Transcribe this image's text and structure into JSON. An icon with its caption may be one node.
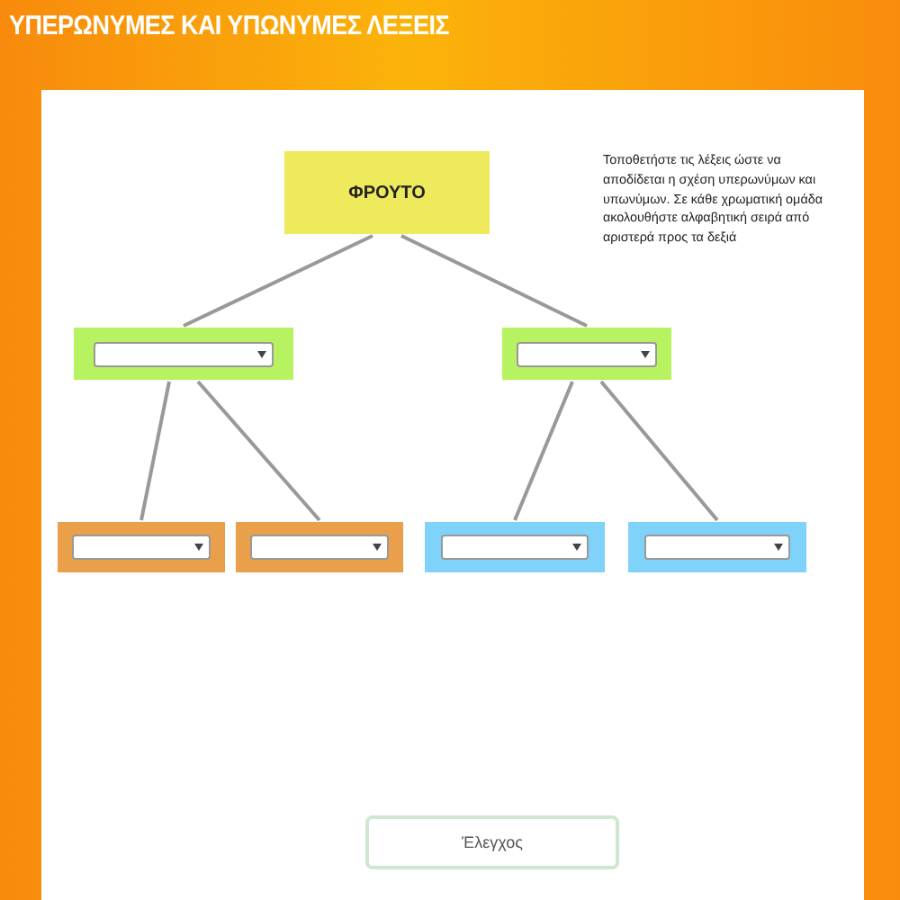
{
  "diagram": {
    "title": "ΥΠΕΡΩΝΥΜΕΣ ΚΑΙ ΥΠΩΝΥΜΕΣ ΛΕΞΕΙΣ",
    "nodes": [
      {
        "text": [
          "ΦΡΟΥΤΟ"
        ]
      },
      {
        "text": [],
        "shape": "box"
      },
      {
        "text": [],
        "shape": "box"
      },
      {
        "text": [],
        "shape": "box"
      },
      {
        "text": [],
        "shape": "box"
      },
      {
        "text": [],
        "shape": "box"
      },
      {
        "text": [],
        "shape": "box"
      }
    ],
    "edges": [
      {
        "from": 0,
        "to": 1,
        "arrow": "none"
      },
      {
        "from": 0,
        "to": 2,
        "arrow": "none"
      },
      {
        "from": 1,
        "to": 3,
        "arrow": "none"
      },
      {
        "from": 1,
        "to": 4,
        "arrow": "none"
      },
      {
        "from": 2,
        "to": 5,
        "arrow": "none"
      },
      {
        "from": 2,
        "to": 6,
        "arrow": "none"
      }
    ],
    "labels": [
      "Τοποθετήστε τις λέξεις ώστε να αποδίδεται η σχέση υπερωνύμων και υπωνύμων. Σε κάθε χρωματική ομάδα ακολουθήστε αλφαβητική σειρά από αριστερά προς τα δεξιά",
      "Έλεγχος"
    ]
  }
}
